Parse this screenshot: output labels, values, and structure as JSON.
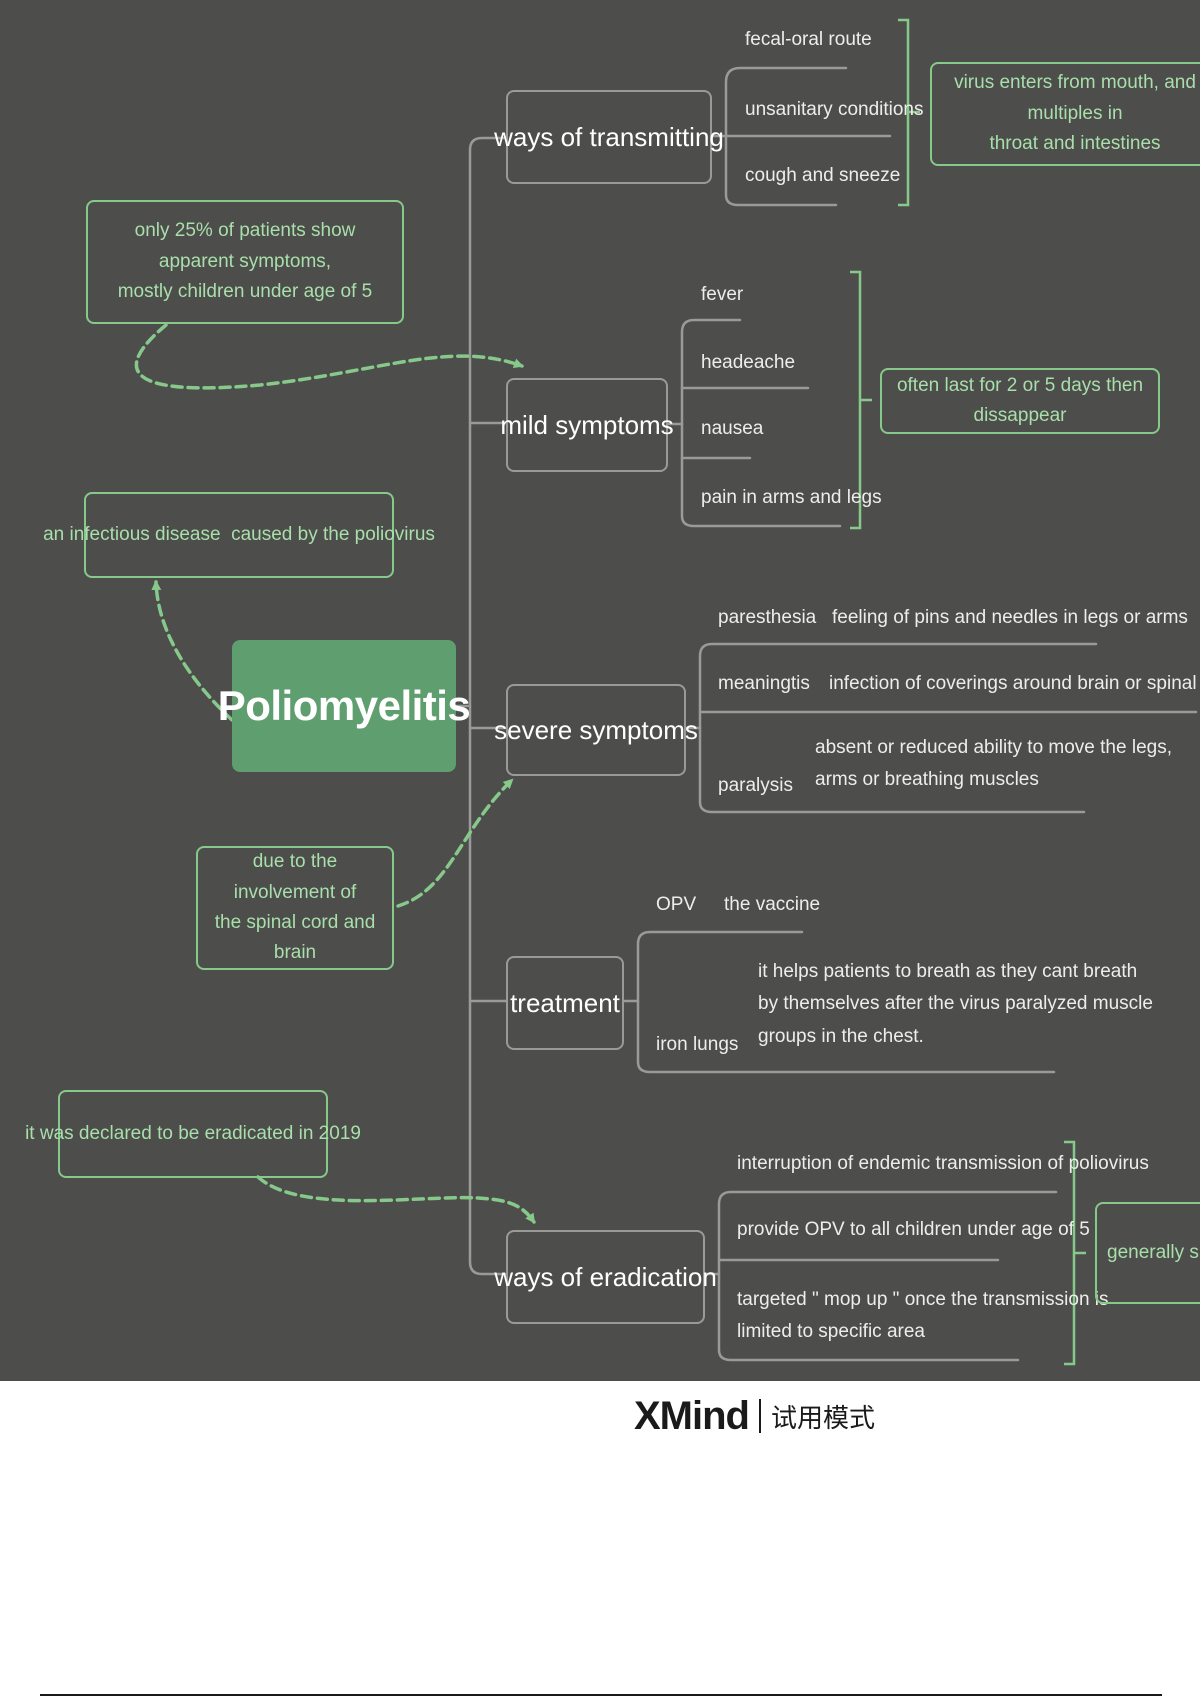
{
  "root": {
    "label": "Poliomyelitis"
  },
  "branches": {
    "transmitting": {
      "label": "ways of transmitting"
    },
    "mild": {
      "label": "mild symptoms"
    },
    "severe": {
      "label": "severe symptoms"
    },
    "treatment": {
      "label": "treatment"
    },
    "eradication": {
      "label": "ways of eradication"
    }
  },
  "leaves": {
    "transmitting": [
      "fecal-oral route",
      "unsanitary conditions",
      "cough and sneeze"
    ],
    "mild": [
      "fever",
      "headeache",
      "nausea",
      "pain in arms and legs"
    ],
    "severe": [
      {
        "term": "paresthesia",
        "detail": "feeling of pins and needles in legs or arms"
      },
      {
        "term": "meaningtis",
        "detail": "infection of coverings around brain or spinal cord"
      },
      {
        "term": "paralysis",
        "detail": "absent or reduced ability to move the legs,\narms or breathing muscles"
      }
    ],
    "treatment": [
      {
        "term": "OPV",
        "detail": "the vaccine"
      },
      {
        "term": "iron lungs",
        "detail": "it helps patients to breath as they cant breath\nby themselves after the virus paralyzed muscle\ngroups in the chest."
      }
    ],
    "eradication": [
      "interruption of endemic transmission of poliovirus",
      "provide OPV to all children under age of 5",
      "targeted \" mop up \" once the transmission is\nlimited to specific area"
    ]
  },
  "summaries": {
    "transmitting": "virus enters from mouth, and multiples in\nthroat and intestines",
    "mild": "often last for 2 or 5 days then dissappear",
    "eradication": "generally simila"
  },
  "callouts": {
    "patients": "only 25% of patients show apparent symptoms,\nmostly children under age of 5",
    "definition": "an infectious disease  caused by the poliovirus",
    "involvement": "due to the involvement of\nthe spinal cord and brain",
    "declared": "it was declared to be eradicated in 2019"
  },
  "footer": {
    "brand": "XMind",
    "mode": "试用模式"
  },
  "colors": {
    "canvas": "#4d4d4b",
    "root": "#5f9e6e",
    "accent": "#86c98b",
    "line": "#9a9a96"
  }
}
